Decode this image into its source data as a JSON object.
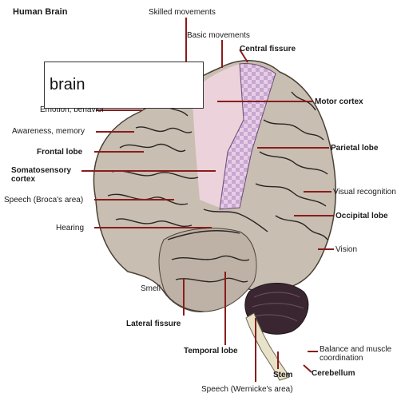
{
  "title": "Human Brain",
  "overlay_text": "brain",
  "labels": {
    "skilled_movements": "Skilled movements",
    "basic_movements": "Basic movements",
    "central_fissure": "Central fissure",
    "emotion_behavior": "Emotion, behavior",
    "awareness_memory": "Awareness, memory",
    "frontal_lobe": "Frontal lobe",
    "somatosensory_cortex": "Somatosensory cortex",
    "speech": "Speech (Broca's area)",
    "hearing": "Hearing",
    "smell": "Smell",
    "lateral_fissure": "Lateral fissure",
    "temporal_lobe": "Temporal lobe",
    "stem": "Stem",
    "speech_wernicke": "Speech (Wernicke's area)",
    "motor_cortex": "Motor cortex",
    "parietal_lobe": "Parietal lobe",
    "visual_recognition": "Visual recognition",
    "occipital_lobe": "Occipital lobe",
    "vision": "Vision",
    "balance": "Balance and muscle coordination",
    "cerebellum": "Cerebellum"
  },
  "colors": {
    "brain": "#c9bfb3",
    "brain_dark": "#a89c8f",
    "frontal_pink": "#eacfd6",
    "motor_purple": "#c9a6cf",
    "leader_line": "#8a1c1c",
    "sulcus": "#2a2520"
  }
}
